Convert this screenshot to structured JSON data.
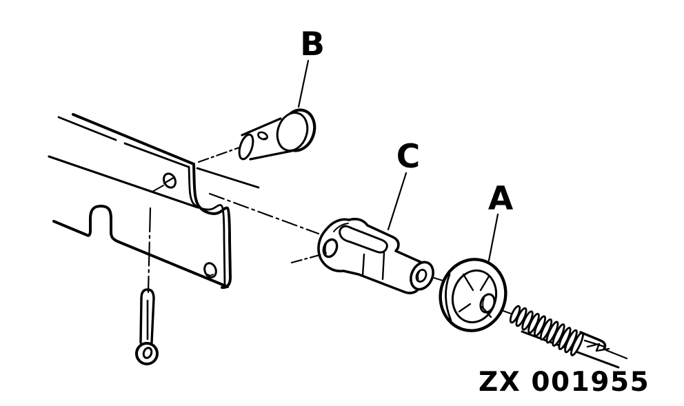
{
  "figure": {
    "kind": "exploded-parts-line-drawing",
    "background_color": "#ffffff",
    "line_color": "#000000",
    "part_code": "ZX 001955",
    "callouts": [
      {
        "label": "B",
        "part": "clevis-pin"
      },
      {
        "label": "C",
        "part": "clevis"
      },
      {
        "label": "A",
        "part": "flanged-nut"
      }
    ],
    "parts": [
      "mounting-bracket",
      "clevis-pin",
      "cotter-pin",
      "clevis",
      "flanged-nut",
      "threaded-cable-end"
    ]
  }
}
